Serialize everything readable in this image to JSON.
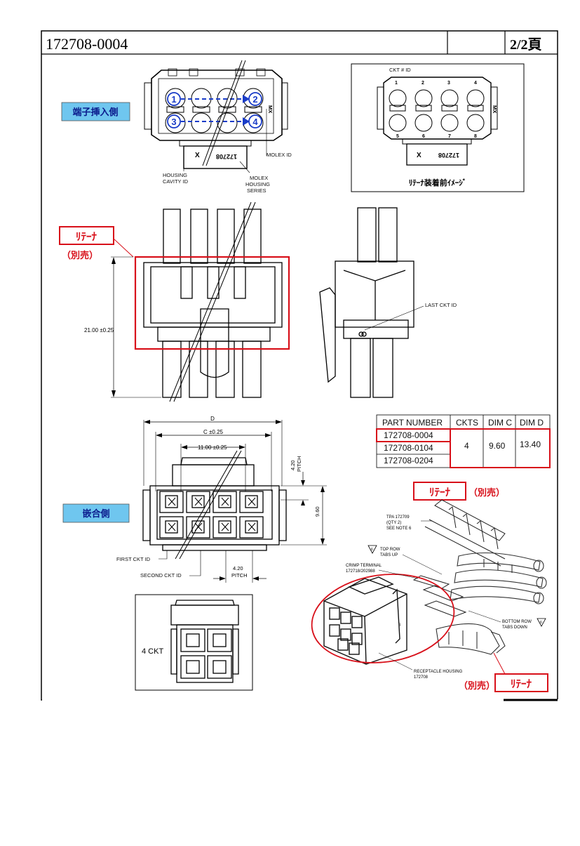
{
  "header": {
    "part_no": "172708-0004",
    "page": "2/2頁"
  },
  "top_view": {
    "callout": "端子挿入側",
    "cavities": [
      "1",
      "2",
      "3",
      "4"
    ],
    "housing_text": "172708",
    "x_mark": "X",
    "mx_mark": "MX",
    "molex_id": "MOLEX ID",
    "housing_cavity_id": [
      "HOUSING",
      "CAVITY ID"
    ],
    "molex_housing_series": [
      "MOLEX",
      "HOUSING",
      "SERIES"
    ]
  },
  "before_view": {
    "ckt_id": "CKT # ID",
    "top_nums": [
      "1",
      "2",
      "3",
      "4"
    ],
    "bottom_nums": [
      "5",
      "6",
      "7",
      "8"
    ],
    "housing_text": "172708",
    "x_mark": "X",
    "mx_mark": "MX",
    "caption": "ﾘﾃｰﾅ装着前ｲﾒｰｼﾞ"
  },
  "side_view": {
    "retainer": "ﾘﾃｰﾅ",
    "sold_separately": "（別売）",
    "dim_height": "21.00 ±0.25",
    "last_ckt_id": "LAST CKT ID"
  },
  "mating_view": {
    "callout": "嵌合側",
    "dim_d": "D",
    "dim_c": "C ±0.25",
    "dim_11": "11.00 ±0.25",
    "dim_420_top": [
      "4.20",
      "PITCH"
    ],
    "dim_960": "9.60",
    "first_ckt_id": "FIRST CKT ID",
    "second_ckt_id": "SECOND CKT ID",
    "dim_420_bottom": [
      "4.20",
      "PITCH"
    ],
    "ckt_label": "4 CKT"
  },
  "part_table": {
    "headers": [
      "PART NUMBER",
      "CKTS",
      "DIM C",
      "DIM D"
    ],
    "rows": [
      "172708-0004",
      "172708-0104",
      "172708-0204"
    ],
    "ckts": "4",
    "dim_c": "9.60",
    "dim_d": "13.40"
  },
  "iso_view": {
    "retainer_top": "ﾘﾃｰﾅ",
    "sold_top": "（別売）",
    "tpa": [
      "TPA 172709",
      "(QTY 2)",
      "SEE NOTE 6"
    ],
    "top_row": [
      "TOP ROW",
      "TABS UP"
    ],
    "crimp": [
      "CRIMP TERMINAL",
      "172718/202988"
    ],
    "bottom_row": [
      "BOTTOM ROW",
      "TABS DOWN"
    ],
    "receptacle": [
      "RECEPTACLE HOUSING",
      "172708"
    ],
    "sold_bottom": "（別売）",
    "retainer_bottom": "ﾘﾃｰﾅ"
  },
  "colors": {
    "callout_bg": "#6fc6ef",
    "callout_text": "#0a1a8c",
    "accent_red": "#d8101a",
    "arrow_blue": "#1a3cc8"
  }
}
